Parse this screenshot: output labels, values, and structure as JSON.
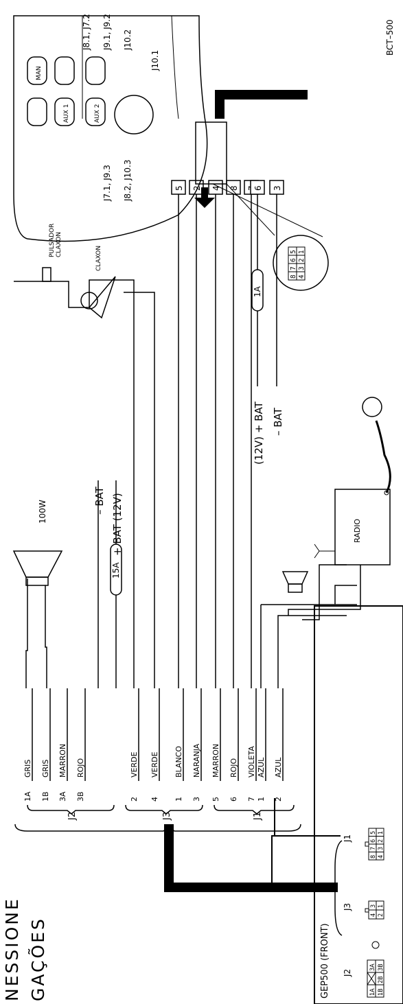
{
  "title": {
    "line1": "NESSIONE",
    "line2": "GAÇÕES"
  },
  "gep500": {
    "label": "GEP500 (FRONT)",
    "j2": {
      "name": "J2",
      "top": [
        "1A",
        "3A"
      ],
      "bottom": [
        "1B",
        "2B",
        "3B"
      ]
    },
    "j3": {
      "name": "J3",
      "top": [
        "4",
        "3"
      ],
      "bottom": [
        "2",
        "1"
      ]
    },
    "j1": {
      "name": "J1",
      "top": [
        "8",
        "7",
        "6",
        "5"
      ],
      "bottom": [
        "4",
        "3",
        "2",
        "1"
      ]
    }
  },
  "groups": {
    "j2": "J2",
    "j3": "J3",
    "j1": "J1"
  },
  "wires": [
    {
      "pin": "1A",
      "color": "GRIS"
    },
    {
      "pin": "1B",
      "color": "GRIS"
    },
    {
      "pin": "3A",
      "color": "MARRON"
    },
    {
      "pin": "3B",
      "color": "ROJO"
    },
    {
      "pin": "2",
      "color": "VERDE"
    },
    {
      "pin": "4",
      "color": "VERDE"
    },
    {
      "pin": "1",
      "color": "BLANCO"
    },
    {
      "pin": "3",
      "color": "NARANJA"
    },
    {
      "pin": "5",
      "color": "MARRON"
    },
    {
      "pin": "6",
      "color": "ROJO"
    },
    {
      "pin": "7",
      "color": "VIOLETA"
    },
    {
      "pin": "1",
      "color": "AZUL"
    },
    {
      "pin": "2",
      "color": "AZUL"
    }
  ],
  "speaker": {
    "label": "100W"
  },
  "battery_main": {
    "minus": "–  BAT",
    "plus": "+  BAT (12V)",
    "fuse": "15A"
  },
  "battery_ctrl": {
    "plus": "(12V) +  BAT",
    "minus": "–  BAT",
    "fuse": "1A"
  },
  "radio": {
    "label": "RADIO"
  },
  "claxon": {
    "switch": "PULSADOR",
    "switch2": "CLAXON",
    "horn": "CLAXON"
  },
  "terminal_block": [
    "5",
    "2",
    "4",
    "8",
    "7",
    "6",
    "3"
  ],
  "plug": {
    "top": [
      "8",
      "7",
      "6",
      "5"
    ],
    "bottom": [
      "4",
      "3",
      "2",
      "1"
    ]
  },
  "control": {
    "name": "BCT–500",
    "refs_top": [
      "J8.1, J7.2",
      "J9.1, J9.2",
      "J10.2",
      "J10.1"
    ],
    "refs_bottom": [
      "J7.1, J9.3",
      "J8.2, J10.3"
    ],
    "buttons": {
      "man": "MAN",
      "aux1": "AUX 1",
      "aux2": "AUX 2"
    }
  }
}
